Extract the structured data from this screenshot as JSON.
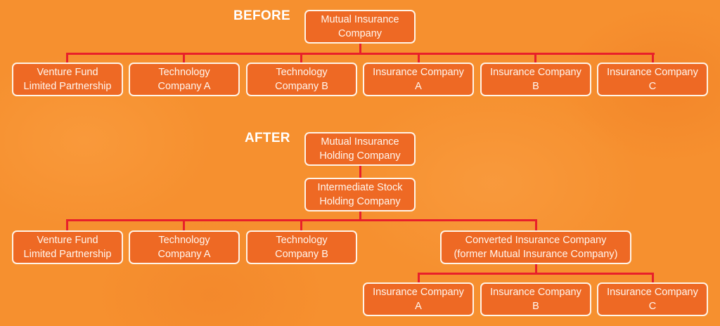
{
  "before": {
    "heading": "BEFORE",
    "root": {
      "line1": "Mutual Insurance",
      "line2": "Company"
    },
    "children": [
      {
        "line1": "Venture Fund",
        "line2": "Limited Partnership"
      },
      {
        "line1": "Technology",
        "line2": "Company A"
      },
      {
        "line1": "Technology",
        "line2": "Company B"
      },
      {
        "line1": "Insurance Company",
        "line2": "A"
      },
      {
        "line1": "Insurance Company",
        "line2": "B"
      },
      {
        "line1": "Insurance Company",
        "line2": "C"
      }
    ]
  },
  "after": {
    "heading": "AFTER",
    "root": {
      "line1": "Mutual Insurance",
      "line2": "Holding Company"
    },
    "intermediate": {
      "line1": "Intermediate Stock",
      "line2": "Holding Company"
    },
    "children": [
      {
        "line1": "Venture Fund",
        "line2": "Limited Partnership"
      },
      {
        "line1": "Technology",
        "line2": "Company A"
      },
      {
        "line1": "Technology",
        "line2": "Company B"
      },
      {
        "line1": "Converted Insurance Company",
        "line2": "(former Mutual Insurance Company)"
      }
    ],
    "grandchildren": [
      {
        "line1": "Insurance Company",
        "line2": "A"
      },
      {
        "line1": "Insurance Company",
        "line2": "B"
      },
      {
        "line1": "Insurance Company",
        "line2": "C"
      }
    ]
  },
  "colors": {
    "background": "#F6902F",
    "box_fill": "#EE6924",
    "box_border": "#FFF3E6",
    "connector": "#E8202A",
    "text": "#FFFFFF"
  }
}
